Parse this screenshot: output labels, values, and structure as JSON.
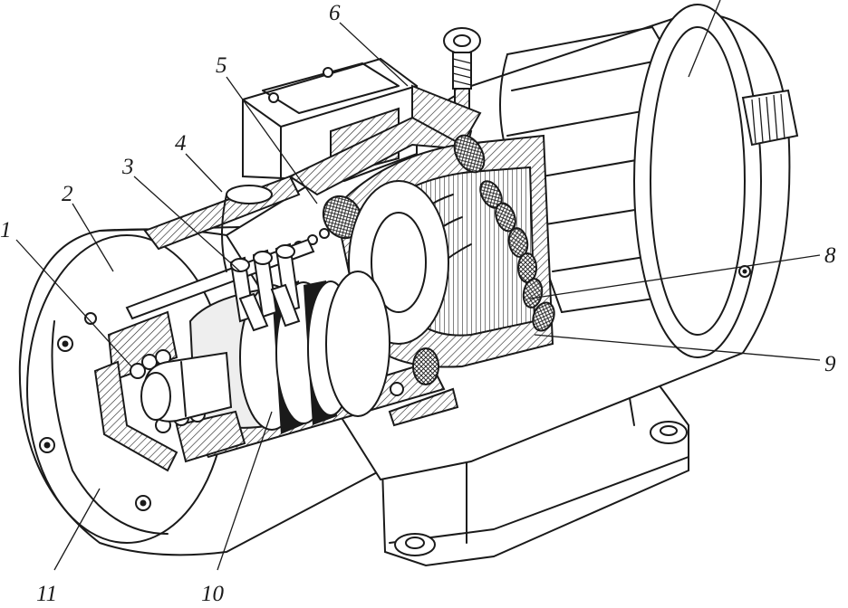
{
  "labels": [
    {
      "id": "1",
      "text": "1"
    },
    {
      "id": "2",
      "text": "2"
    },
    {
      "id": "3",
      "text": "3"
    },
    {
      "id": "4",
      "text": "4"
    },
    {
      "id": "5",
      "text": "5"
    },
    {
      "id": "6",
      "text": "6"
    },
    {
      "id": "8",
      "text": "8"
    },
    {
      "id": "9",
      "text": "9"
    },
    {
      "id": "10",
      "text": "10"
    },
    {
      "id": "11",
      "text": "11"
    }
  ]
}
